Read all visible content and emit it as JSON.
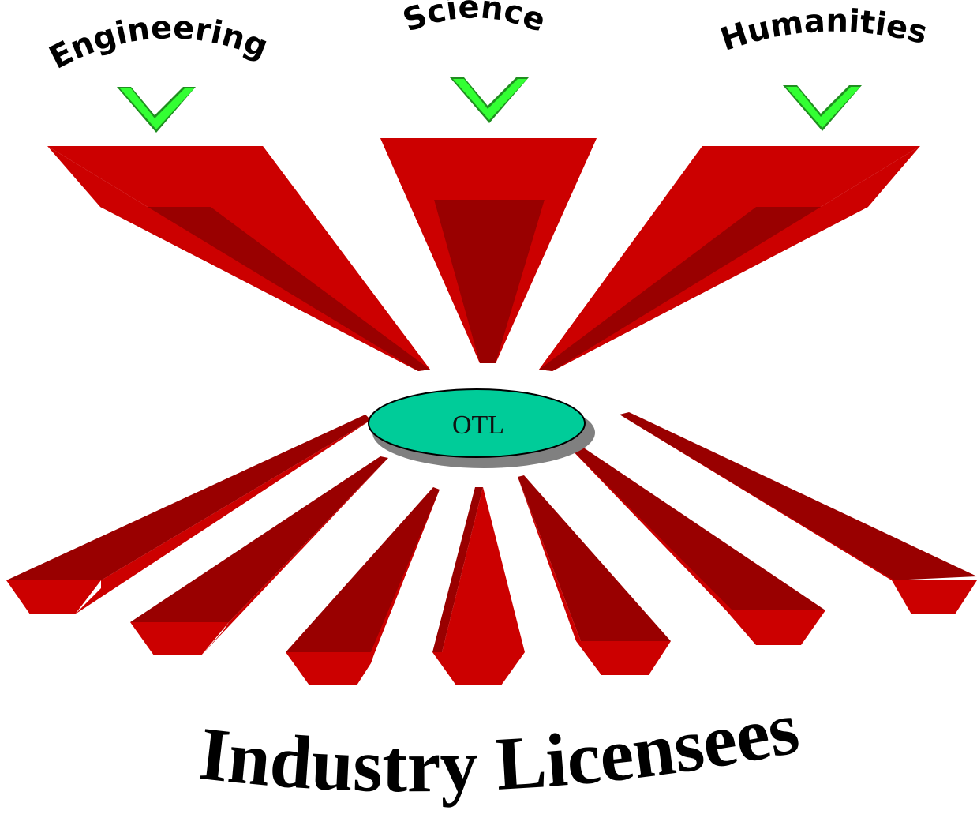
{
  "sources": [
    {
      "label": "Engineering"
    },
    {
      "label": "Science"
    },
    {
      "label": "Humanities"
    }
  ],
  "hub": {
    "label": "OTL"
  },
  "destination": {
    "label": "Industry Licensees"
  },
  "colors": {
    "funnel_light": "#cc0000",
    "funnel_dark": "#990000",
    "hub_fill": "#00cc99",
    "hub_shadow": "#808080",
    "check_fill": "#33ff33",
    "check_edge": "#1f8f1f",
    "text": "#000000"
  }
}
